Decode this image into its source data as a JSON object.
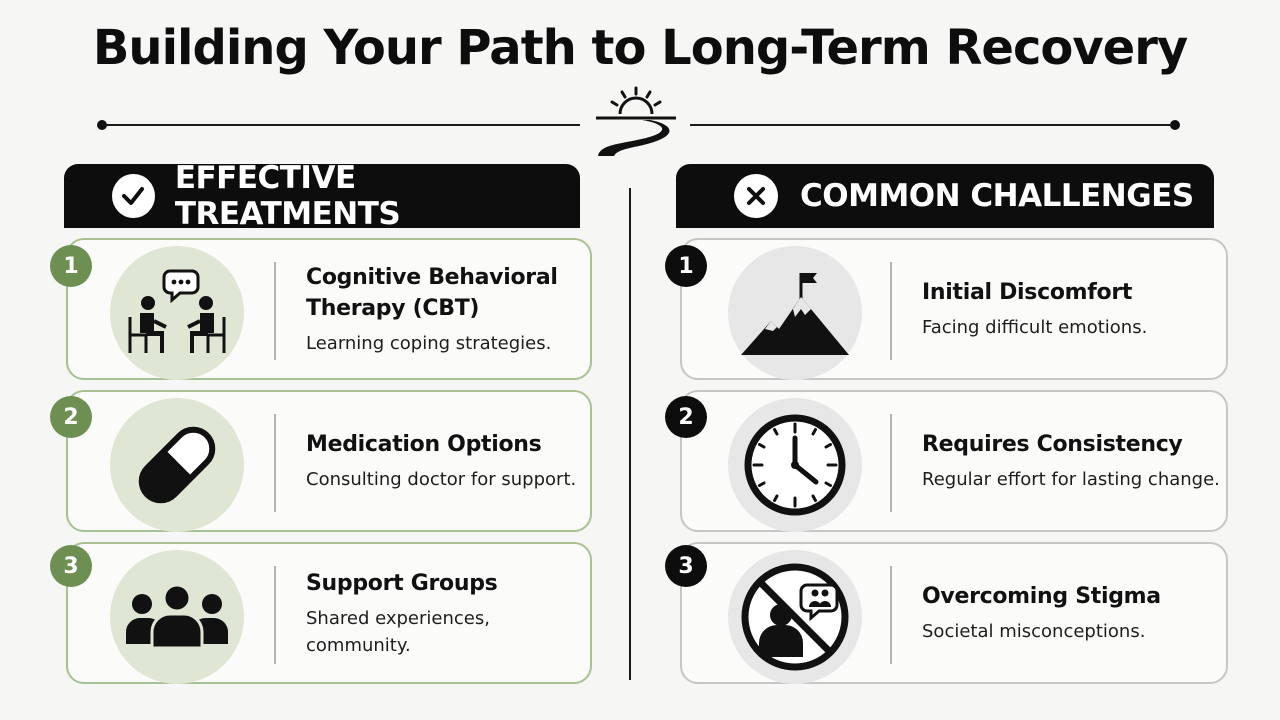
{
  "title": "Building Your Path to Long-Term Recovery",
  "colors": {
    "accent_green": "#6e8f52",
    "soft_green": "#dfe6d3",
    "dark": "#0d0d0d",
    "grey": "#e7e7e7"
  },
  "treatments": {
    "heading": "EFFECTIVE TREATMENTS",
    "icon": "check-icon",
    "items": [
      {
        "number": "1",
        "title": "Cognitive Behavioral Therapy (CBT)",
        "desc": "Learning coping strategies.",
        "icon": "therapy-conversation-icon"
      },
      {
        "number": "2",
        "title": "Medication Options",
        "desc": "Consulting doctor for support.",
        "icon": "pill-capsule-icon"
      },
      {
        "number": "3",
        "title": "Support Groups",
        "desc": "Shared experiences, community.",
        "icon": "group-people-icon"
      }
    ]
  },
  "challenges": {
    "heading": "COMMON CHALLENGES",
    "icon": "x-icon",
    "items": [
      {
        "number": "1",
        "title": "Initial Discomfort",
        "desc": "Facing difficult emotions.",
        "icon": "mountain-flag-icon"
      },
      {
        "number": "2",
        "title": "Requires Consistency",
        "desc": "Regular effort for lasting change.",
        "icon": "clock-icon"
      },
      {
        "number": "3",
        "title": "Overcoming Stigma",
        "desc": "Societal misconceptions.",
        "icon": "no-stigma-icon"
      }
    ]
  }
}
